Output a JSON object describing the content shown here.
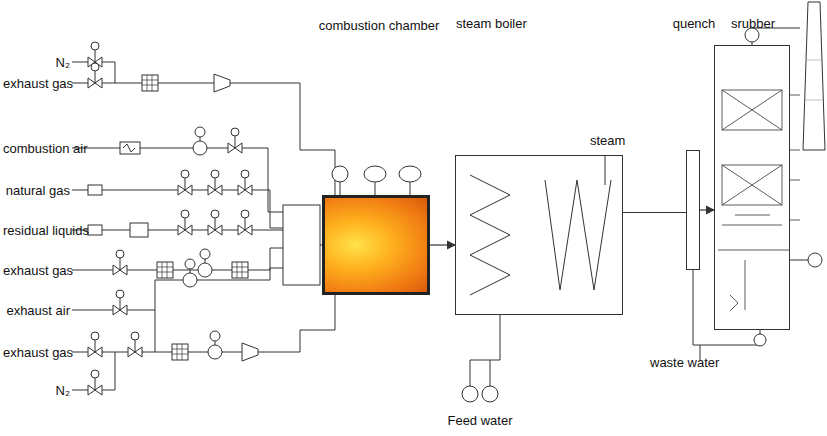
{
  "diagram": {
    "nodes": [
      {
        "text": [
          "combustion chamber"
        ]
      },
      {
        "text": [
          "steam boiler"
        ]
      },
      {
        "text": [
          "quench"
        ]
      },
      {
        "text": [
          "srubber"
        ]
      }
    ],
    "edges": [
      {
        "from": 0,
        "to": 1,
        "arrow": "to"
      },
      {
        "from": 1,
        "to": 2,
        "arrow": "none"
      },
      {
        "from": 2,
        "to": 3,
        "arrow": "to"
      }
    ],
    "labels": [
      "N₂",
      "exhaust gas",
      "combustion air",
      "natural gas",
      "residual liquids",
      "exhaust gas",
      "exhaust air",
      "exhaust gas",
      "N₂",
      "steam",
      "Feed water",
      "waste water"
    ]
  }
}
